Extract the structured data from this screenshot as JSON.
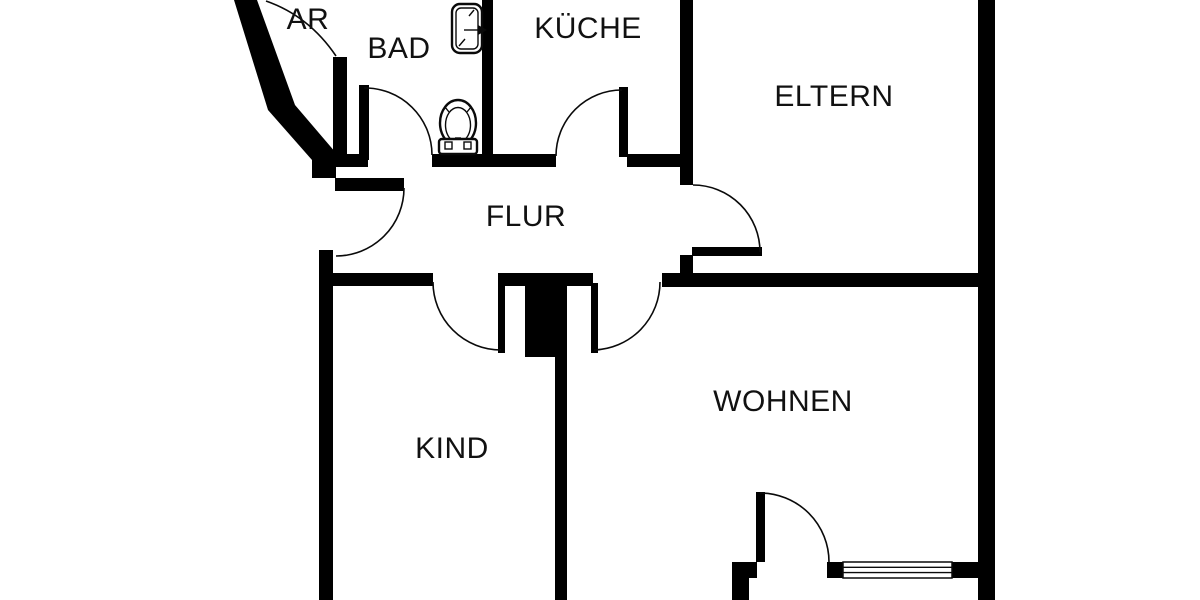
{
  "colors": {
    "bg": "#ffffff",
    "wall": "#000000",
    "line": "#0a0a0a",
    "text": "#111111"
  },
  "rooms": [
    {
      "id": "ar",
      "label": "AR"
    },
    {
      "id": "bad",
      "label": "BAD"
    },
    {
      "id": "kueche",
      "label": "KÜCHE"
    },
    {
      "id": "eltern",
      "label": "ELTERN"
    },
    {
      "id": "flur",
      "label": "FLUR"
    },
    {
      "id": "kind",
      "label": "KIND"
    },
    {
      "id": "wohnen",
      "label": "WOHNEN"
    }
  ],
  "fixtures": [
    {
      "name": "washbasin-icon",
      "room": "BAD"
    },
    {
      "name": "toilet-icon",
      "room": "BAD"
    },
    {
      "name": "window",
      "room": "WOHNEN"
    }
  ]
}
